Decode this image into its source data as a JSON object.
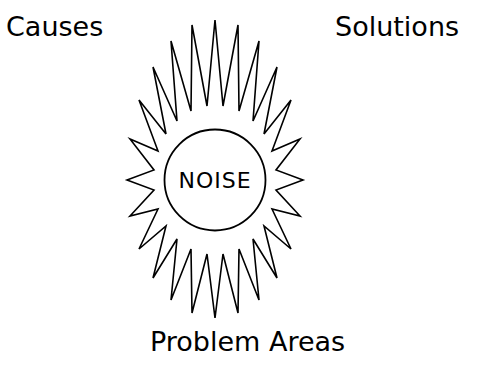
{
  "diagram": {
    "nodes": [
      {
        "text": [
          "NOISE"
        ]
      }
    ],
    "labels": [
      "Causes",
      "Solutions",
      "Problem Areas"
    ]
  }
}
